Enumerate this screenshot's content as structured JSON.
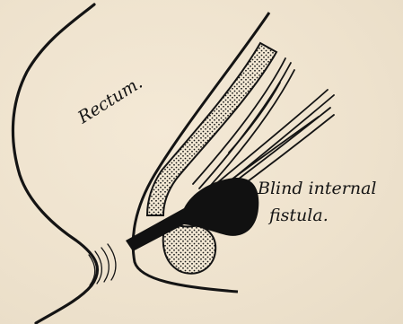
{
  "labels": {
    "rectum": "Rectum.",
    "fistula_line1": "Blind internal",
    "fistula_line2": "fistula."
  },
  "colors": {
    "background": "#efe3cf",
    "ink": "#141414"
  }
}
